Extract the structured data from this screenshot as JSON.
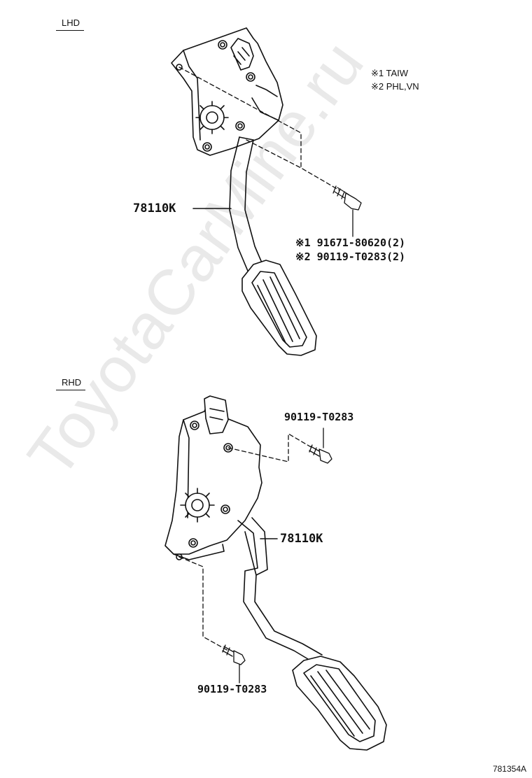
{
  "watermark": "ToyotaCarMine.ru",
  "sections": {
    "lhd": {
      "label": "LHD",
      "notes": [
        "※1 TAIW",
        "※2 PHL,VN"
      ],
      "pedal_part": "78110K",
      "bolt_parts": [
        "※1 91671-80620(2)",
        "※2 90119-T0283(2)"
      ]
    },
    "rhd": {
      "label": "RHD",
      "pedal_part": "78110K",
      "bolt_upper": "90119-T0283",
      "bolt_lower": "90119-T0283"
    }
  },
  "diagram_id": "781354A"
}
